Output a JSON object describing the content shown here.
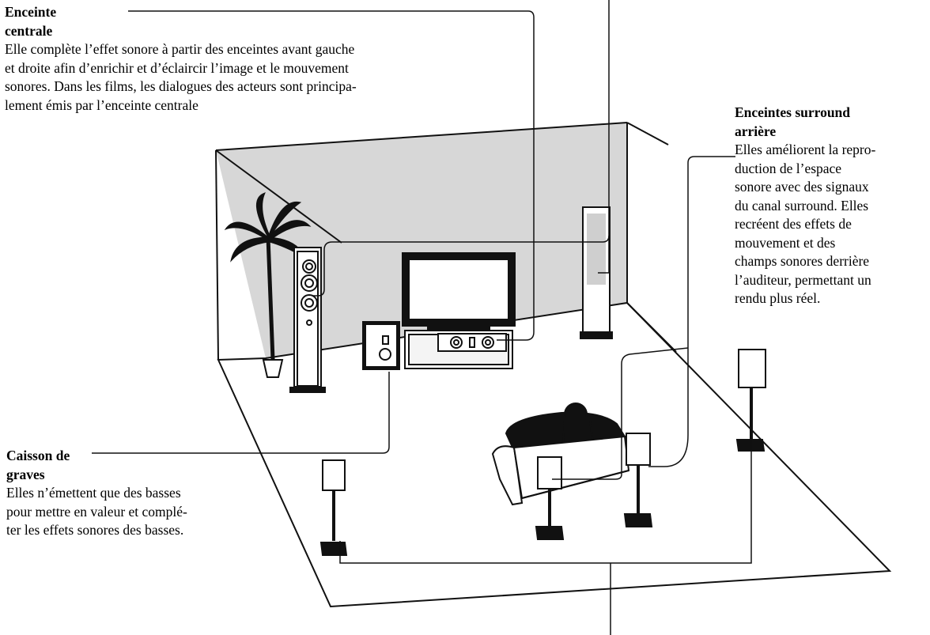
{
  "center_speaker": {
    "title_1": "Enceinte",
    "title_2": "centrale",
    "lines": [
      "Elle complète l’effet sonore à partir des enceintes avant gauche",
      "et droite afin d’enrichir et d’éclaircir l’image et le mouvement",
      "sonores. Dans les films, les dialogues des acteurs sont principa-",
      "lement émis par l’enceinte centrale"
    ]
  },
  "subwoofer": {
    "title_1": "Caisson de",
    "title_2": "graves",
    "lines": [
      "Elles n’émettent que des basses",
      "pour mettre en valeur et complé-",
      "ter les effets sonores des basses."
    ]
  },
  "surround_back": {
    "title_1": "Enceintes surround",
    "title_2": "arrière",
    "lines": [
      "Elles améliorent la repro-",
      "duction de l’espace",
      "sonore avec des signaux",
      "du canal surround. Elles",
      "recréent des effets de",
      "mouvement et des",
      "champs sonores derrière",
      "l’auditeur, permettant un",
      "rendu plus réel."
    ]
  }
}
